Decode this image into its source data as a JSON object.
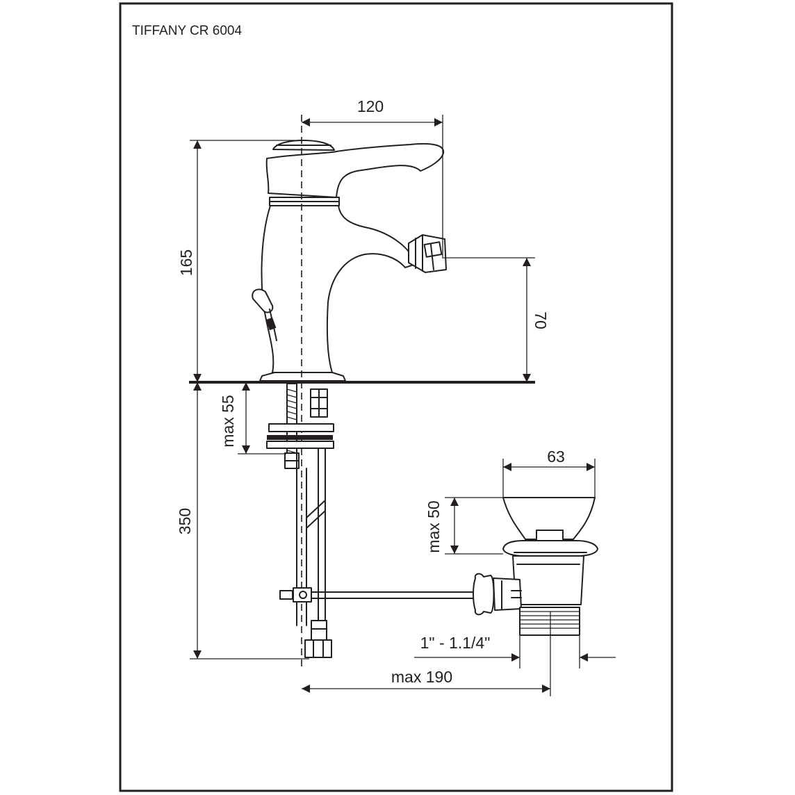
{
  "title": "TIFFANY CR 6004",
  "dimensions": {
    "spout_reach": "120",
    "total_height": "165",
    "outlet_height": "70",
    "deck_thickness": "max 55",
    "hose_length": "350",
    "waste_diameter": "63",
    "waste_plug_height": "max 50",
    "waste_thread": "1\" - 1.1/4\"",
    "waste_distance": "max 190"
  }
}
